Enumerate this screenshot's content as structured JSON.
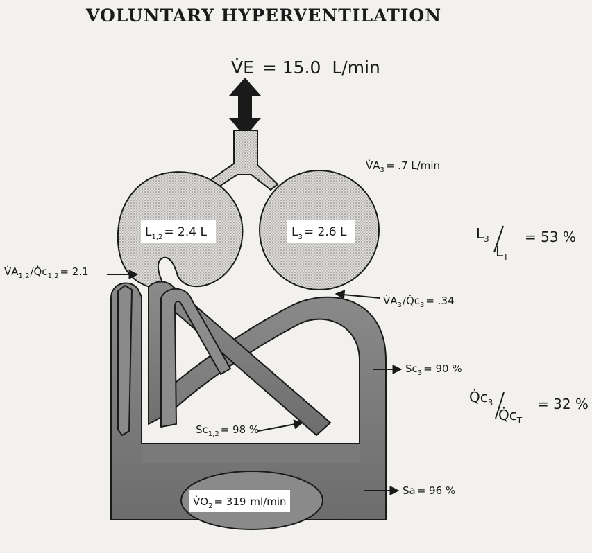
{
  "title": "VOLUNTARY HYPERVENTILATION",
  "ventilation": {
    "label": "V̇E",
    "value": "= 15.0",
    "unit": "L/min"
  },
  "va3": {
    "label": "V̇A",
    "subscript": "3",
    "value": "= .7 L/min"
  },
  "lung_left": {
    "label": "L",
    "subscript": "1,2",
    "value": "= 2.4 L"
  },
  "lung_right": {
    "label": "L",
    "subscript": "3",
    "value": "= 2.6 L"
  },
  "lung_ratio": {
    "numerator": "L",
    "numerator_sub": "3",
    "denominator": "L",
    "denominator_sub": "T",
    "value": "= 53 %"
  },
  "va_qc_12": {
    "numerator": "V̇A",
    "numerator_sub": "1,2",
    "denominator": "Q̇c",
    "denominator_sub": "1,2",
    "value": "= 2.1"
  },
  "va_qc_3": {
    "numerator": "V̇A",
    "numerator_sub": "3",
    "denominator": "Q̇c",
    "denominator_sub": "3",
    "value": "= .34"
  },
  "sc3": {
    "label": "Sc",
    "subscript": "3",
    "value": "= 90 %"
  },
  "perfusion_ratio": {
    "numerator": "Q̇c",
    "numerator_sub": "3",
    "denominator": "Q̇c",
    "denominator_sub": "T",
    "value": "= 32 %"
  },
  "sc12": {
    "label": "Sc",
    "subscript": "1,2",
    "value": "= 98 %"
  },
  "sa": {
    "label": "Sa",
    "value": "= 96 %"
  },
  "vo2": {
    "label": "V̇O",
    "subscript": "2",
    "value": "= 319",
    "unit": "ml/min"
  },
  "colors": {
    "background": "#f2f1ee",
    "lung_fill": "#d9d8d4",
    "vessel_fill": "#7c7c7c",
    "ink": "#1a1a1a"
  }
}
